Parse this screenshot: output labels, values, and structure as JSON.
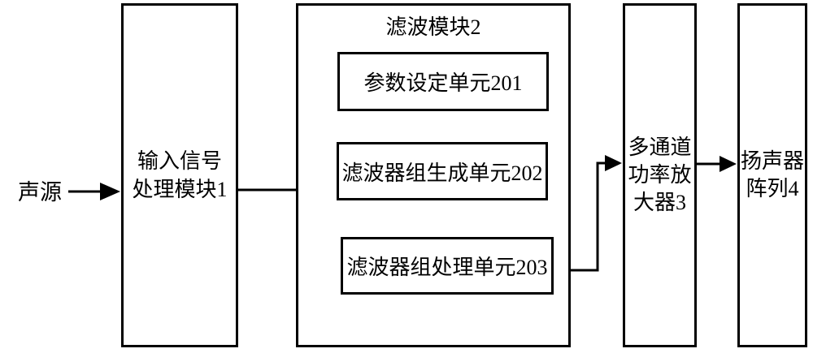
{
  "figure": {
    "background": "#ffffff",
    "line_color": "#000000",
    "source": {
      "label": "声源"
    },
    "input_module": {
      "full_label": "输入信号处理模块1",
      "lines": [
        "输入信号",
        "处理模块1"
      ]
    },
    "filter_module": {
      "title": "滤波模块2",
      "units": {
        "u201": {
          "label": "参数设定单元201"
        },
        "u202": {
          "label": "滤波器组生成单元202"
        },
        "u203": {
          "label": "滤波器组处理单元203"
        }
      }
    },
    "amplifier": {
      "full_label": "多通道功率放大器3",
      "lines": [
        "多通道",
        "功率放",
        "大器3"
      ]
    },
    "speaker": {
      "full_label": "扬声器阵列4",
      "lines": [
        "扬声器",
        "阵列4"
      ]
    }
  }
}
